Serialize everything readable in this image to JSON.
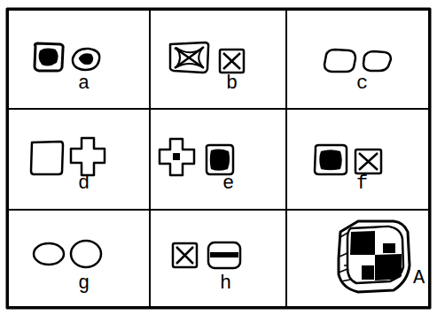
{
  "diagram": {
    "nodes": [
      {
        "text": [
          "a"
        ]
      },
      {
        "text": [
          "b"
        ]
      },
      {
        "text": [
          "c"
        ]
      },
      {
        "text": [
          "d"
        ]
      },
      {
        "text": [
          "e"
        ]
      },
      {
        "text": [
          "f"
        ]
      },
      {
        "text": [
          "g"
        ]
      },
      {
        "text": [
          "h"
        ]
      },
      {
        "text": [
          "A"
        ]
      }
    ]
  }
}
